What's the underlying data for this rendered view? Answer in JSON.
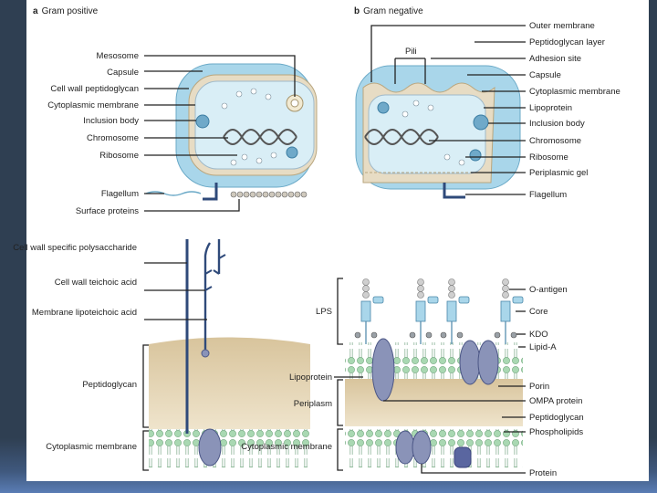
{
  "panel_a": {
    "letter": "a",
    "title": "Gram positive",
    "labels": [
      "Mesosome",
      "Capsule",
      "Cell wall peptidoglycan",
      "Cytoplasmic membrane",
      "Inclusion body",
      "Chromosome",
      "Ribosome",
      "Flagellum",
      "Surface proteins"
    ]
  },
  "panel_b": {
    "letter": "b",
    "title": "Gram negative",
    "pili_label": "Pili",
    "labels": [
      "Outer membrane",
      "Peptidoglycan layer",
      "Adhesion site",
      "Capsule",
      "Cytoplasmic membrane",
      "Lipoprotein",
      "Inclusion body",
      "Chromosome",
      "Ribosome",
      "Periplasmic gel",
      "Flagellum"
    ]
  },
  "panel_c": {
    "labels_top": [
      "Cell wall specific polysaccharide",
      "Cell wall teichoic acid",
      "Membrane lipoteichoic acid"
    ],
    "labels_side": [
      "Peptidoglycan",
      "Cytoplasmic membrane"
    ]
  },
  "panel_d": {
    "left_labels": [
      "LPS",
      "Lipoprotein",
      "Periplasm",
      "Cytoplasmic membrane"
    ],
    "right_labels": [
      "O-antigen",
      "Core",
      "KDO",
      "Lipid-A",
      "Porin",
      "OMPA protein",
      "Peptidoglycan",
      "Phospholipids",
      "Protein"
    ]
  },
  "colors": {
    "capsule": "#a9d6ea",
    "wall": "#e7dcc4",
    "cytoplasm": "#d9eef6",
    "peptidoglycan": "#e6d8b6",
    "lipid_head": "#a9d8b2",
    "protein": "#8a93b8",
    "stalk": "#2f4a7a"
  }
}
